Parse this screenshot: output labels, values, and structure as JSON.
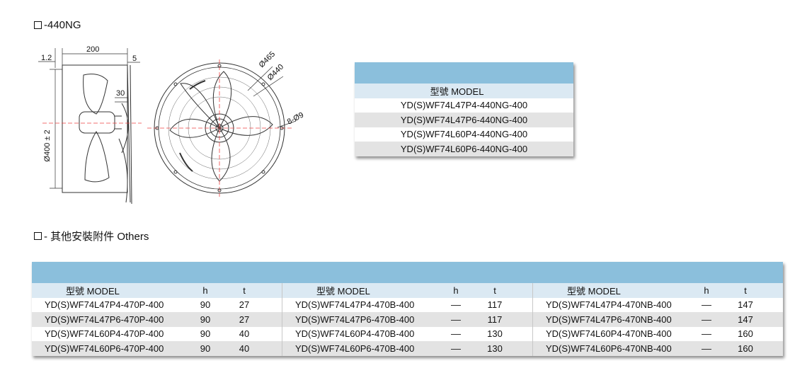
{
  "section1": {
    "title": "-440NG"
  },
  "drawing": {
    "dim_top_width": "200",
    "dim_left_offset": "1.2",
    "dim_right_offset": "5",
    "dim_guard_depth": "30",
    "dim_height": "Ø400 ± 2",
    "dim_outer_dia": "Ø465",
    "dim_bolt_circle": "Ø440",
    "dim_holes": "8-Ø9"
  },
  "table1": {
    "header": "型號  MODEL",
    "rows": [
      "YD(S)WF74L47P4-440NG-400",
      "YD(S)WF74L47P6-440NG-400",
      "YD(S)WF74L60P4-440NG-400",
      "YD(S)WF74L60P6-440NG-400"
    ]
  },
  "section2": {
    "title": "- 其他安裝附件 Others"
  },
  "table2": {
    "headers": {
      "model": "型號  MODEL",
      "h": "h",
      "t": "t"
    },
    "groups": [
      {
        "rows": [
          {
            "model": "YD(S)WF74L47P4-470P-400",
            "h": "90",
            "t": "27"
          },
          {
            "model": "YD(S)WF74L47P6-470P-400",
            "h": "90",
            "t": "27"
          },
          {
            "model": "YD(S)WF74L60P4-470P-400",
            "h": "90",
            "t": "40"
          },
          {
            "model": "YD(S)WF74L60P6-470P-400",
            "h": "90",
            "t": "40"
          }
        ]
      },
      {
        "rows": [
          {
            "model": "YD(S)WF74L47P4-470B-400",
            "h": "—",
            "t": "117"
          },
          {
            "model": "YD(S)WF74L47P6-470B-400",
            "h": "—",
            "t": "117"
          },
          {
            "model": "YD(S)WF74L60P4-470B-400",
            "h": "—",
            "t": "130"
          },
          {
            "model": "YD(S)WF74L60P6-470B-400",
            "h": "—",
            "t": "130"
          }
        ]
      },
      {
        "rows": [
          {
            "model": "YD(S)WF74L47P4-470NB-400",
            "h": "—",
            "t": "147"
          },
          {
            "model": "YD(S)WF74L47P6-470NB-400",
            "h": "—",
            "t": "147"
          },
          {
            "model": "YD(S)WF74L60P4-470NB-400",
            "h": "—",
            "t": "160"
          },
          {
            "model": "YD(S)WF74L60P6-470NB-400",
            "h": "—",
            "t": "160"
          }
        ]
      }
    ]
  }
}
